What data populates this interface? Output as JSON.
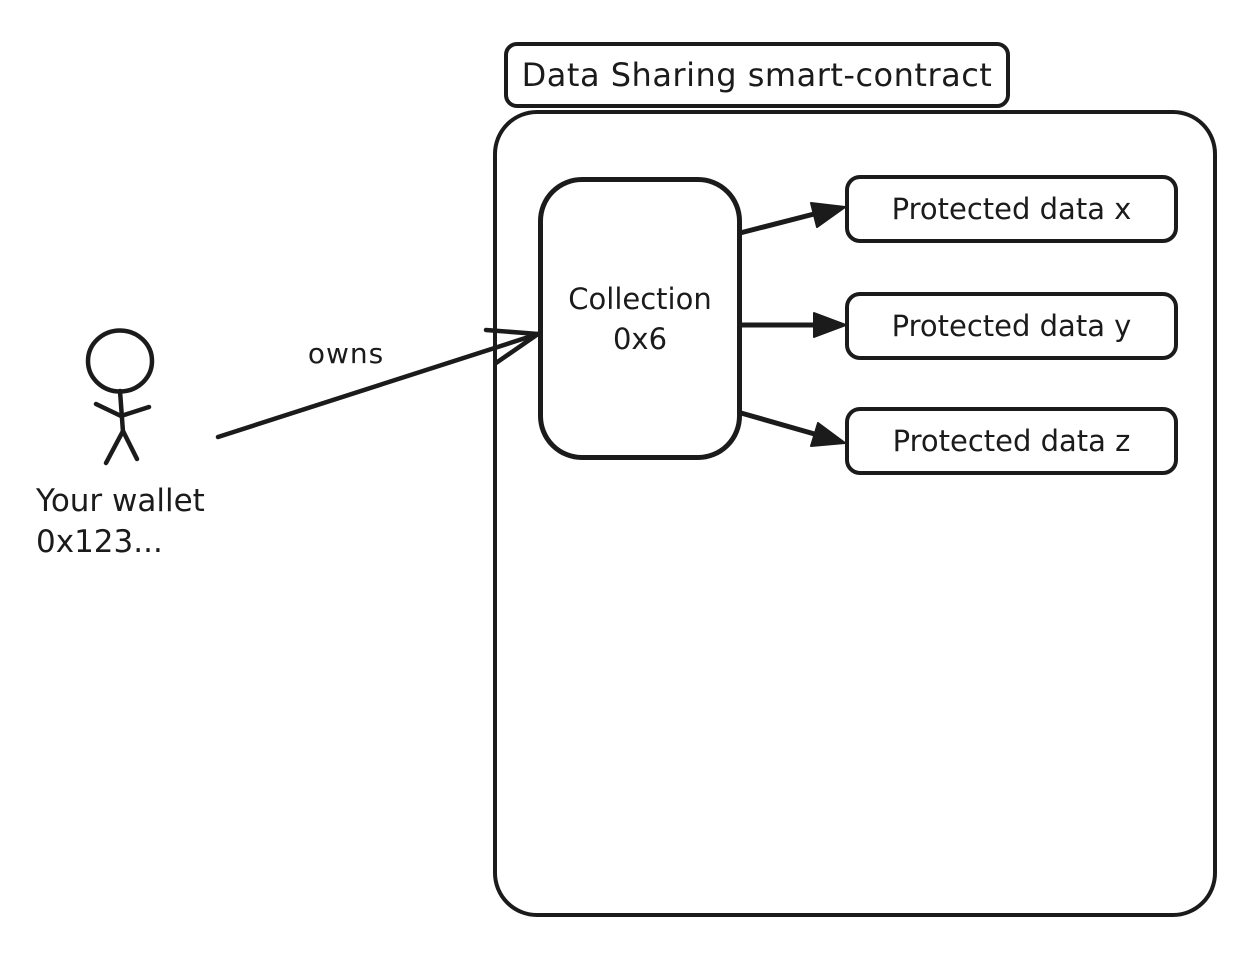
{
  "diagram": {
    "title": "Data Sharing smart-contract",
    "owns_label": "owns",
    "actor": {
      "name_line": "Your wallet",
      "address_line": "0x123..."
    },
    "collection": {
      "title_line": "Collection",
      "id_line": "0x6"
    },
    "protected_data": [
      {
        "label": "Protected data x"
      },
      {
        "label": "Protected data y"
      },
      {
        "label": "Protected data z"
      }
    ]
  },
  "colors": {
    "stroke": "#1b1b1b",
    "background": "#ffffff"
  }
}
